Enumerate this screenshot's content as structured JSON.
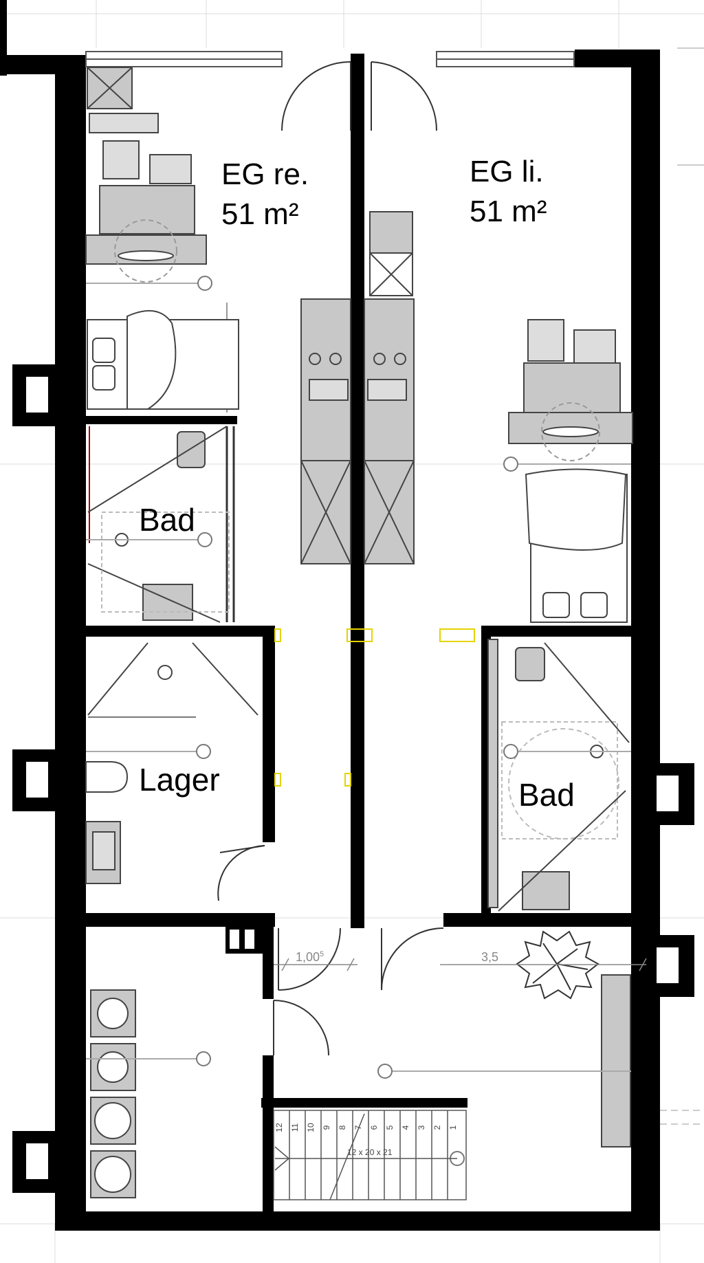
{
  "rooms": {
    "eg_re": {
      "name": "EG re.",
      "area": "51 m²"
    },
    "eg_li": {
      "name": "EG li.",
      "area": "51 m²"
    },
    "bad_left": "Bad",
    "lager": "Lager",
    "bad_right": "Bad"
  },
  "dimensions": {
    "door_width": "1,00",
    "door_width_sup": "5",
    "right_width": "3,5"
  },
  "stairs": {
    "step_numbers": [
      "12",
      "11",
      "10",
      "9",
      "8",
      "7",
      "6",
      "5",
      "4",
      "3",
      "2",
      "1"
    ],
    "spec": "12 x 20 x 21"
  }
}
